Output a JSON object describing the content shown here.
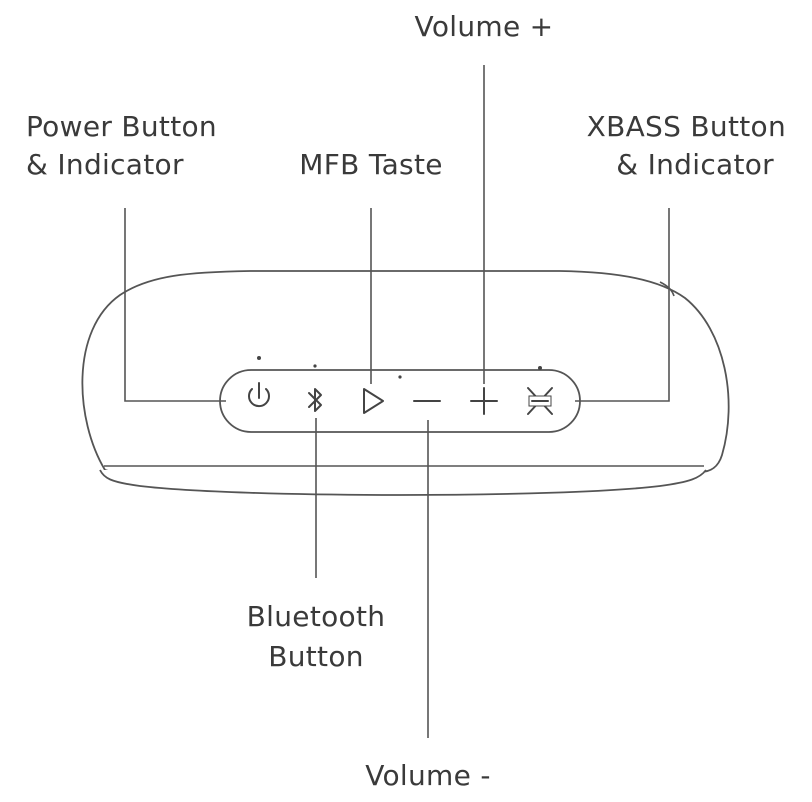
{
  "labels": {
    "power": [
      "Power Button",
      "& Indicator"
    ],
    "mfb": "MFB Taste",
    "volume_plus": "Volume +",
    "xbass": [
      "XBASS Button",
      "& Indicator"
    ],
    "bluetooth": [
      "Bluetooth",
      "Button"
    ],
    "volume_minus": "Volume -"
  },
  "icons": {
    "power": "power-icon",
    "bluetooth": "bluetooth-icon",
    "play": "play-icon",
    "minus": "minus-icon",
    "plus": "plus-icon",
    "xbass": "xbass-icon"
  },
  "colors": {
    "line": "#555555",
    "text": "#3a3a3a",
    "background": "#ffffff"
  }
}
